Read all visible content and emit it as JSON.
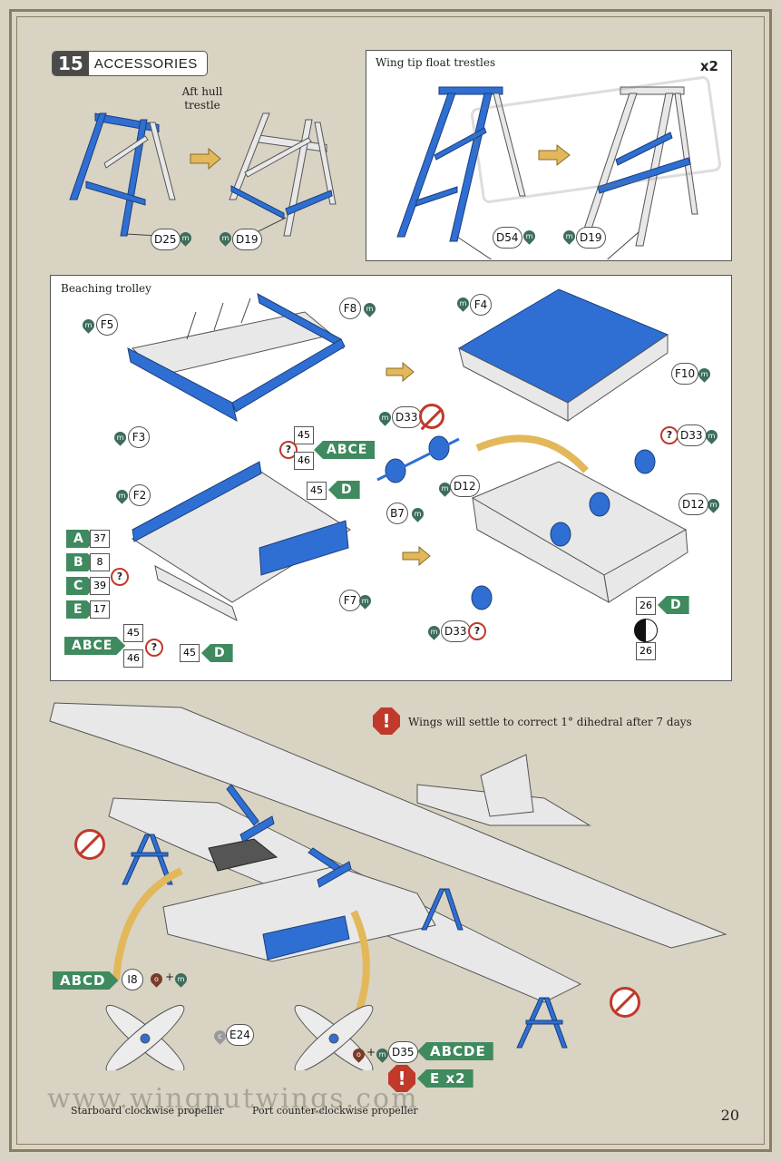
{
  "step": {
    "number": "15",
    "title": "ACCESSORIES"
  },
  "aft_hull": {
    "title": "Aft hull\ntrestle",
    "left_part": "D25",
    "right_part": "D19"
  },
  "wing_tip": {
    "title": "Wing tip float trestles",
    "quantity": "x2",
    "left_part": "D54",
    "right_part": "D19"
  },
  "trolley": {
    "title": "Beaching trolley",
    "parts": {
      "f5": "F5",
      "f8": "F8",
      "f3": "F3",
      "f4": "F4",
      "f10": "F10",
      "f2": "F2",
      "f7": "F7",
      "d33a": "D33",
      "d33b": "D33",
      "d33c": "D33",
      "b7": "B7",
      "d12a": "D12",
      "d12b": "D12"
    },
    "tag_abce": "ABCE",
    "tag_d": "D",
    "num_45": "45",
    "num_46": "46",
    "num_26": "26",
    "variants": [
      {
        "letter": "A",
        "num": "37"
      },
      {
        "letter": "B",
        "num": "8"
      },
      {
        "letter": "C",
        "num": "39"
      },
      {
        "letter": "E",
        "num": "17"
      }
    ]
  },
  "aircraft": {
    "warning": "Wings will settle to correct 1° dihedral after 7 days",
    "tag_abcd": "ABCD",
    "part_i8": "I8",
    "part_e24": "E24",
    "part_d35": "D35",
    "tag_abcde": "ABCDE",
    "tag_e": "E x2",
    "starboard_label": "Starboard clockwise propeller",
    "port_label": "Port counter-clockwise propeller"
  },
  "watermark": "www.wingnutwings.com",
  "page_number": "20",
  "colors": {
    "part_blue": "#2f6fd3",
    "tag_green": "#3f8a5e",
    "warning_red": "#c0392b"
  }
}
